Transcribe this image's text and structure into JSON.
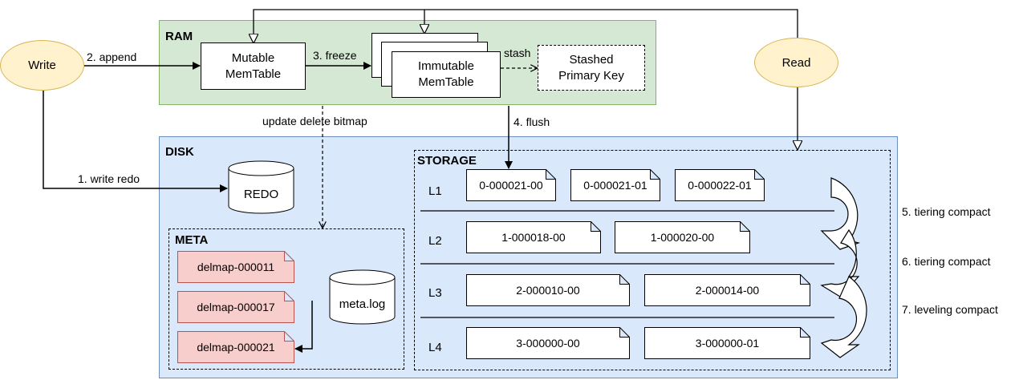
{
  "regions": {
    "ram": "RAM",
    "disk": "DISK",
    "storage": "STORAGE",
    "meta": "META"
  },
  "nodes": {
    "write": "Write",
    "read": "Read",
    "mutable_line1": "Mutable",
    "mutable_line2": "MemTable",
    "immutable_line1": "Immutable",
    "immutable_line2": "MemTable",
    "stashed_line1": "Stashed",
    "stashed_line2": "Primary Key",
    "redo": "REDO",
    "metalog": "meta.log"
  },
  "edges": {
    "append": "2. append",
    "freeze": "3. freeze",
    "stash": "stash",
    "flush": "4. flush",
    "update_bitmap": "update delete bitmap",
    "write_redo": "1. write redo",
    "tiering1": "5. tiering compact",
    "tiering2": "6. tiering compact",
    "leveling": "7. leveling compact"
  },
  "levels": [
    "L1",
    "L2",
    "L3",
    "L4"
  ],
  "sstables": {
    "l1": [
      "0-000021-00",
      "0-000021-01",
      "0-000022-01"
    ],
    "l2": [
      "1-000018-00",
      "1-000020-00"
    ],
    "l3": [
      "2-000010-00",
      "2-000014-00"
    ],
    "l4": [
      "3-000000-00",
      "3-000000-01"
    ]
  },
  "delmaps": [
    "delmap-000011",
    "delmap-000017",
    "delmap-000021"
  ],
  "colors": {
    "ram_fill": "#d5e8d4",
    "ram_stroke": "#82b366",
    "disk_fill": "#dae8fc",
    "disk_stroke": "#6c8ebf",
    "ellipse_fill": "#fff2cc",
    "ellipse_stroke": "#d6b656",
    "delmap_fill": "#f8cecc",
    "delmap_stroke": "#b85450"
  }
}
